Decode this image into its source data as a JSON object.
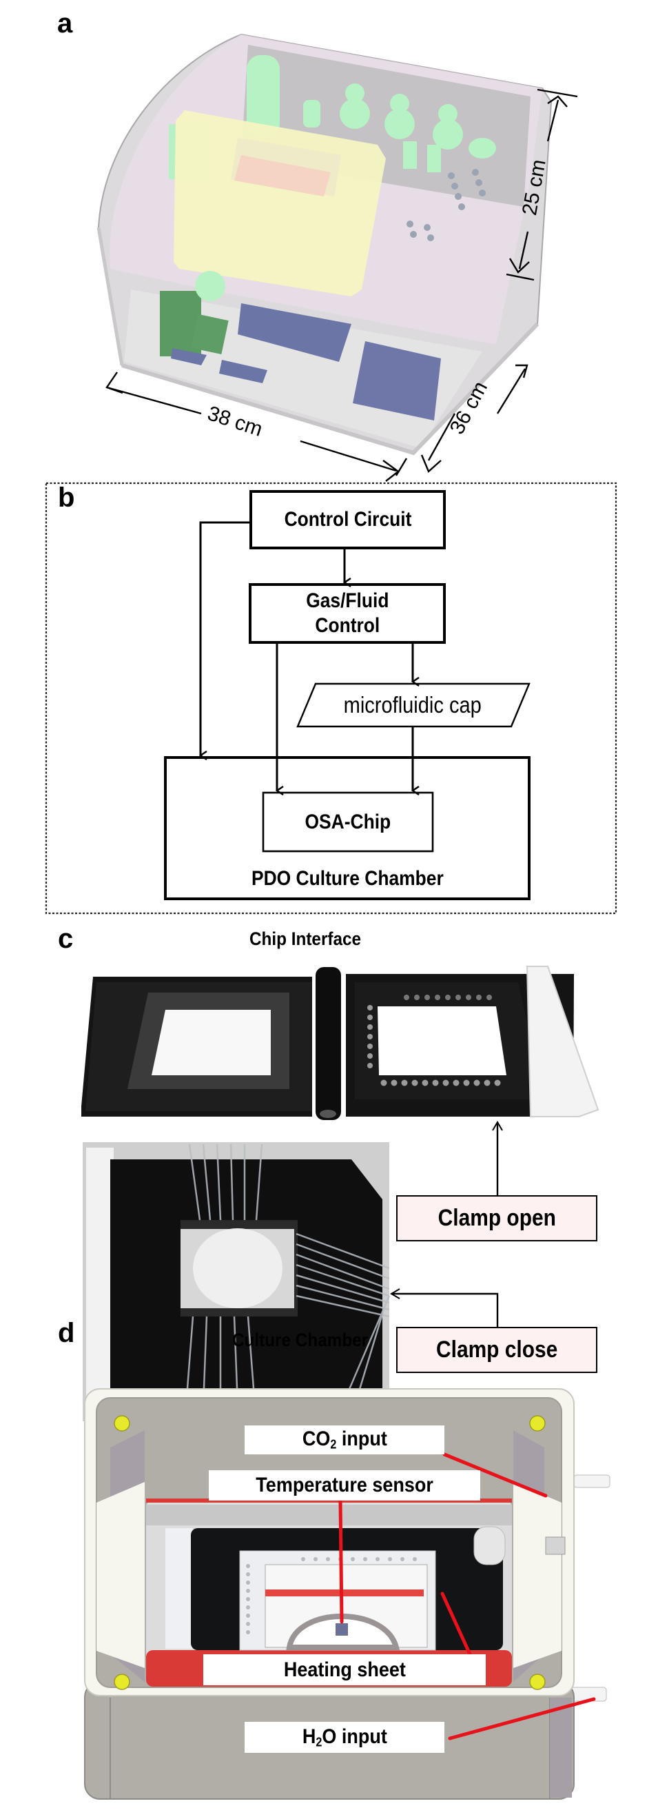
{
  "figure": {
    "panels": [
      {
        "id": "a",
        "letter": "a"
      },
      {
        "id": "b",
        "letter": "b"
      },
      {
        "id": "c",
        "letter": "c",
        "title": "Chip Interface"
      },
      {
        "id": "d",
        "letter": "d",
        "title": "Culture Chamber"
      }
    ]
  },
  "panel_a": {
    "dimensions": {
      "width": "38 cm",
      "depth": "36 cm",
      "height": "25 cm"
    },
    "colors": {
      "enclosure": "#d8d4d8",
      "lid_pink": "#e8d8e6",
      "yellow_module": "#f7f5c3",
      "green_parts": "#b9f2c6",
      "dark_green_parts": "#5b9a63",
      "blue_boards": "#6c76a6"
    }
  },
  "panel_b": {
    "nodes": {
      "control_circuit": "Control Circuit",
      "gas_fluid_line1": "Gas/Fluid",
      "gas_fluid_line2": "Control",
      "microfluidic_cap": "microfluidic cap",
      "osa_chip": "OSA-Chip",
      "pdo_chamber": "PDO Culture Chamber"
    },
    "edges": [
      {
        "from": "Control Circuit",
        "to": "Gas/Fluid Control"
      },
      {
        "from": "Control Circuit",
        "to": "PDO Culture Chamber"
      },
      {
        "from": "Gas/Fluid Control",
        "to": "OSA-Chip"
      },
      {
        "from": "Gas/Fluid Control",
        "to": "microfluidic cap"
      },
      {
        "from": "microfluidic cap",
        "to": "OSA-Chip"
      }
    ]
  },
  "panel_c": {
    "callouts": {
      "clamp_open": "Clamp open",
      "clamp_close": "Clamp close"
    },
    "callout_bg": "#fdf1f1"
  },
  "panel_d": {
    "labels": {
      "co2_main": "CO",
      "co2_sub": "2",
      "co2_rest": " input",
      "temperature_sensor": "Temperature sensor",
      "heating_sheet": "Heating sheet",
      "h2o_main": "H",
      "h2o_sub": "2",
      "h2o_rest": "O input"
    },
    "colors": {
      "leader": "#e8121a",
      "heater": "#d93a35",
      "chamber": "#b1aea8",
      "frame": "#f6f6ef",
      "screw": "#e6ea2a"
    }
  }
}
